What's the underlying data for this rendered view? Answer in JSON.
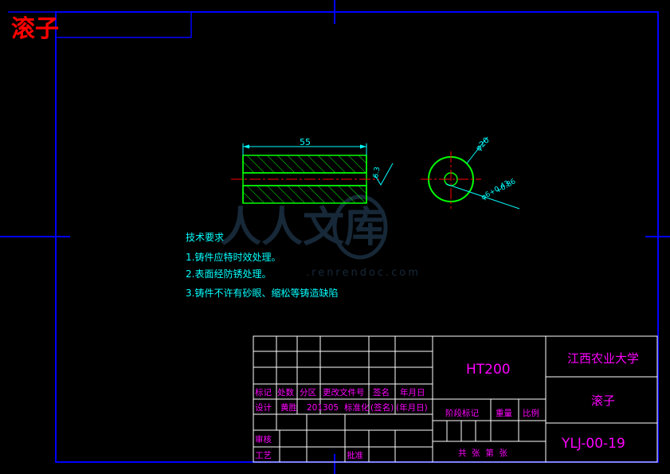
{
  "corner_title": "滚子",
  "dimensions": {
    "length": "55",
    "roughness": "6.3",
    "outer_diameter": "φ20",
    "inner_tolerance_upper": "+0.86",
    "inner_diameter_tolerance": "φ6+0.43"
  },
  "tech_notes": {
    "heading": "技术要求",
    "items": [
      "1.铸件应特时效处理。",
      "2.表面经防锈处理。",
      "3.铸件不许有砂眼、缩松等铸造缺陷"
    ]
  },
  "watermark": {
    "text": "人人文库",
    "url": ".renrendoc.com"
  },
  "title_block": {
    "material": "HT200",
    "university": "江西农业大学",
    "part_name": "滚子",
    "drawing_no": "YLJ-00-19",
    "headers": [
      "标记",
      "处数",
      "分区",
      "更改文件号",
      "签名",
      "年月日"
    ],
    "design_label": "设计",
    "designer": "黄胜",
    "design_date": "201305",
    "standardize_label": "标准化",
    "sign_label": "(签名)",
    "date_label": "(年月日)",
    "stage_label": "阶段标记",
    "weight_label": "重量",
    "scale_label": "比例",
    "check_label": "审核",
    "process_label": "工艺",
    "approve_label": "批准",
    "sheets_label": "共  张  第  张"
  },
  "colors": {
    "border": "#0000ff",
    "part": "#00ff00",
    "dimension": "#00ffff",
    "centerline": "#ff0000",
    "title_text": "#ff00ff",
    "frame_lines": "#ffffff",
    "corner_title": "#ff0000"
  }
}
